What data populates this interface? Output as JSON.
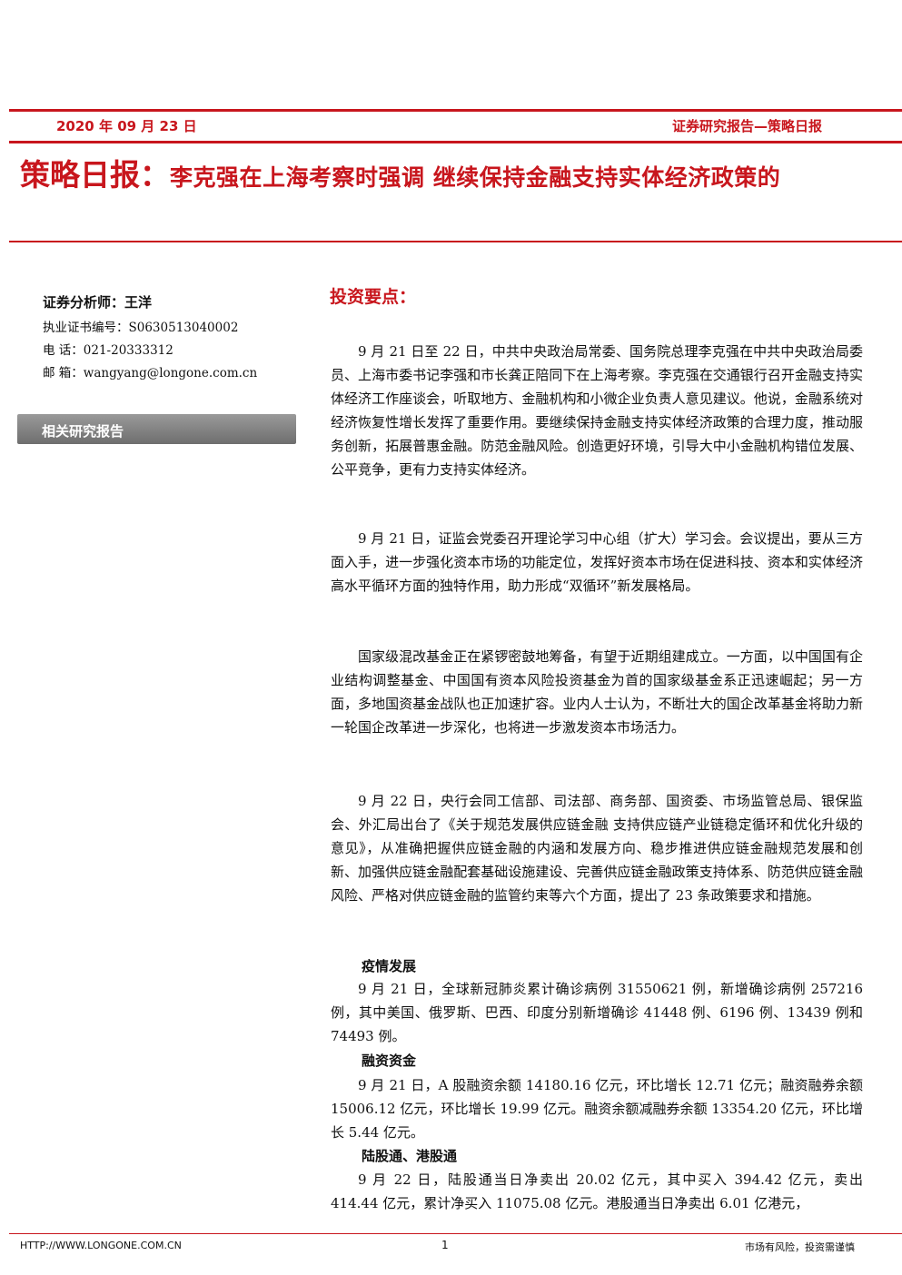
{
  "header": {
    "date": "2020 年 09 月 23 日",
    "report_type": "证券研究报告—策略日报"
  },
  "title": {
    "prefix": "策略日报：",
    "rest": "李克强在上海考察时强调 继续保持金融支持实体经济政策的"
  },
  "analyst": {
    "name": "证券分析师：王洋",
    "cert": "执业证书编号：S0630513040002",
    "phone": "电 话：021-20333312",
    "email": "邮 箱：wangyang@longone.com.cn"
  },
  "related": {
    "label": "相关研究报告"
  },
  "main": {
    "heading": "投资要点：",
    "paragraphs": [
      "9 月 21 日至 22 日，中共中央政治局常委、国务院总理李克强在中共中央政治局委员、上海市委书记李强和市长龚正陪同下在上海考察。李克强在交通银行召开金融支持实体经济工作座谈会，听取地方、金融机构和小微企业负责人意见建议。他说，金融系统对经济恢复性增长发挥了重要作用。要继续保持金融支持实体经济政策的合理力度，推动服务创新，拓展普惠金融。防范金融风险。创造更好环境，引导大中小金融机构错位发展、公平竞争，更有力支持实体经济。",
      "9 月 21 日，证监会党委召开理论学习中心组（扩大）学习会。会议提出，要从三方面入手，进一步强化资本市场的功能定位，发挥好资本市场在促进科技、资本和实体经济高水平循环方面的独特作用，助力形成“双循环”新发展格局。",
      "国家级混改基金正在紧锣密鼓地筹备，有望于近期组建成立。一方面，以中国国有企业结构调整基金、中国国有资本风险投资基金为首的国家级基金系正迅速崛起；另一方面，多地国资基金战队也正加速扩容。业内人士认为，不断壮大的国企改革基金将助力新一轮国企改革进一步深化，也将进一步激发资本市场活力。",
      "9 月 22 日，央行会同工信部、司法部、商务部、国资委、市场监管总局、银保监会、外汇局出台了《关于规范发展供应链金融 支持供应链产业链稳定循环和优化升级的意见》，从准确把握供应链金融的内涵和发展方向、稳步推进供应链金融规范发展和创新、加强供应链金融配套基础设施建设、完善供应链金融政策支持体系、防范供应链金融风险、严格对供应链金融的监管约束等六个方面，提出了 23 条政策要求和措施。"
    ],
    "sections": [
      {
        "heading": "疫情发展",
        "text": "9 月 21 日，全球新冠肺炎累计确诊病例 31550621 例，新增确诊病例 257216 例，其中美国、俄罗斯、巴西、印度分别新增确诊 41448 例、6196 例、13439 例和 74493 例。"
      },
      {
        "heading": "融资资金",
        "text": "9 月 21 日，A 股融资余额 14180.16 亿元，环比增长 12.71 亿元；融资融券余额 15006.12 亿元，环比增长 19.99 亿元。融资余额减融券余额 13354.20 亿元，环比增长 5.44 亿元。"
      },
      {
        "heading": "陆股通、港股通",
        "text": "9 月 22 日，陆股通当日净卖出 20.02 亿元，其中买入 394.42 亿元，卖出 414.44 亿元，累计净买入 11075.08 亿元。港股通当日净卖出 6.01 亿港元，"
      }
    ]
  },
  "footer": {
    "url": "HTTP://WWW.LONGONE.COM.CN",
    "page": "1",
    "risk": "市场有风险，投资需谨慎"
  },
  "colors": {
    "accent": "#c8161d"
  }
}
